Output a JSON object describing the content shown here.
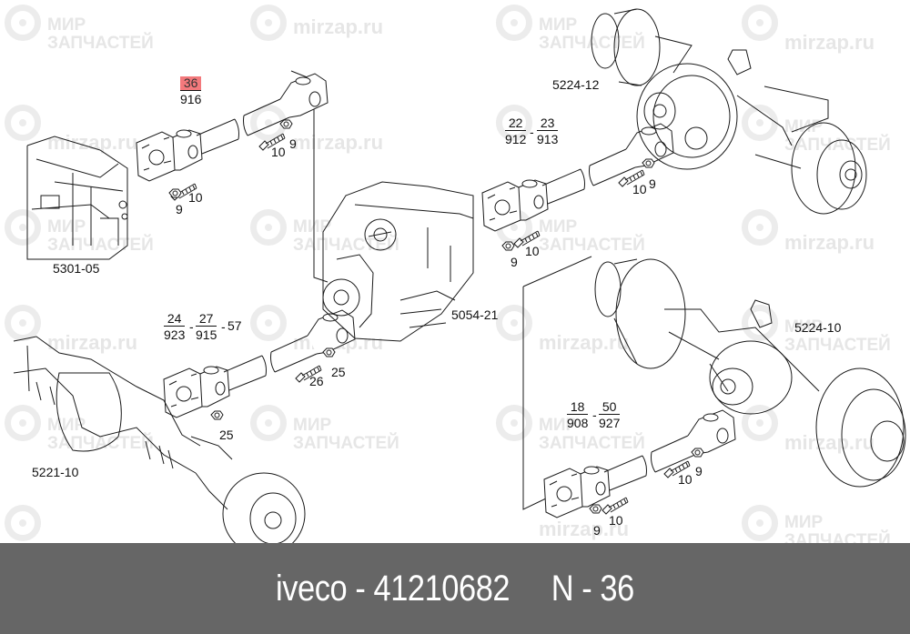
{
  "diagram": {
    "assemblies": [
      {
        "id": "gearbox",
        "label": "5301-05"
      },
      {
        "id": "transfer_case",
        "label": "5054-21"
      },
      {
        "id": "rear_axle_upper",
        "label": "5224-12"
      },
      {
        "id": "rear_axle_lower",
        "label": "5224-10"
      },
      {
        "id": "front_axle",
        "label": "5221-10"
      }
    ],
    "shafts": [
      {
        "id": "shaft_1",
        "refs": [
          {
            "num": "36",
            "den": "916",
            "highlighted": true
          }
        ],
        "suffix": ""
      },
      {
        "id": "shaft_2",
        "refs": [
          {
            "num": "22",
            "den": "912"
          },
          {
            "num": "23",
            "den": "913"
          }
        ],
        "suffix": ""
      },
      {
        "id": "shaft_3",
        "refs": [
          {
            "num": "24",
            "den": "923"
          },
          {
            "num": "27",
            "den": "915"
          }
        ],
        "suffix": "57"
      },
      {
        "id": "shaft_4",
        "refs": [
          {
            "num": "18",
            "den": "908"
          },
          {
            "num": "50",
            "den": "927"
          }
        ],
        "suffix": ""
      }
    ],
    "hardware_callouts": {
      "s1_top_bolt": "10",
      "s1_top_nut": "9",
      "s1_bot_bolt": "10",
      "s1_bot_nut": "9",
      "s2_top_bolt": "10",
      "s2_top_nut": "9",
      "s2_bot_bolt": "10",
      "s2_bot_nut": "9",
      "s3_bolt": "26",
      "s3_nut_top": "25",
      "s3_nut_bot": "25",
      "s4_top_bolt": "10",
      "s4_top_nut": "9",
      "s4_bot_bolt": "10",
      "s4_bot_nut": "9"
    },
    "separator": "-",
    "highlight_color": "#f3797c"
  },
  "watermark": {
    "line1": "МИР",
    "line2": "ЗАПЧАСТЕЙ",
    "site": "mirzap.ru"
  },
  "footer": {
    "brand": "iveco",
    "part_number": "41210682",
    "position_label": "N",
    "position_value": "36",
    "text": "iveco - 41210682     N - 36",
    "background": "#666666"
  }
}
